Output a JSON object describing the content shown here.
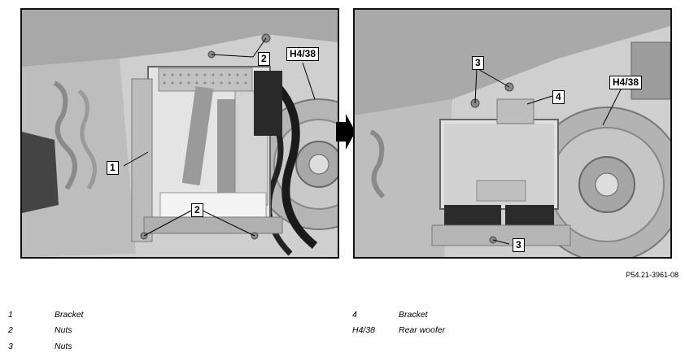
{
  "figure": {
    "left_panel": {
      "callouts": [
        "1",
        "2",
        "2",
        "H4/38"
      ]
    },
    "right_panel": {
      "callouts": [
        "3",
        "4",
        "H4/38",
        "3"
      ]
    },
    "reference": "P54.21-3961-08"
  },
  "legend": [
    {
      "num": "1",
      "text": "Bracket"
    },
    {
      "num": "2",
      "text": "Nuts"
    },
    {
      "num": "3",
      "text": "Nuts"
    },
    {
      "num": "4",
      "text": "Bracket"
    },
    {
      "num": "H4/38",
      "text": "Rear woofer"
    }
  ]
}
